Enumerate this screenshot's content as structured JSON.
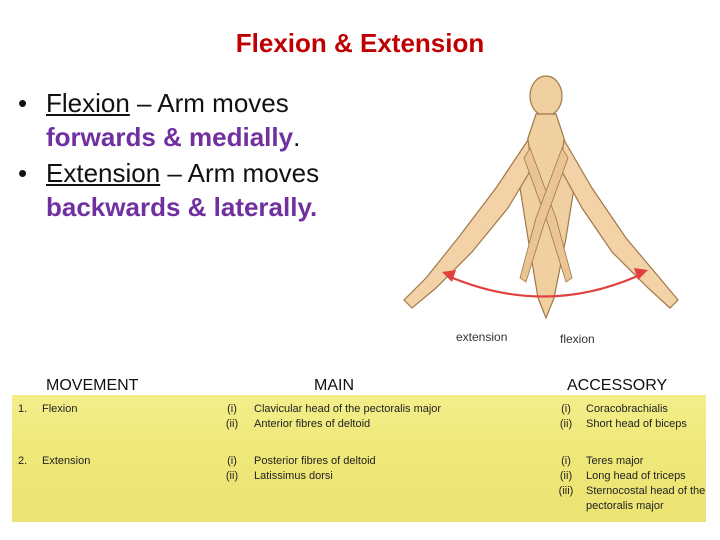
{
  "title": "Flexion & Extension",
  "bullets": [
    {
      "term": "Flexion",
      "rest": " – Arm moves ",
      "emph": "forwards & medially",
      "tail": "."
    },
    {
      "term": "Extension",
      "rest": " – Arm moves ",
      "emph": "backwards & laterally.",
      "tail": ""
    }
  ],
  "figure": {
    "extension_label": "extension",
    "flexion_label": "flexion",
    "arrow_color": "#e04040"
  },
  "table": {
    "headers": {
      "movement": "MOVEMENT",
      "main": "MAIN",
      "accessory": "ACCESSORY"
    },
    "rows": [
      {
        "num": "1.",
        "movement": "Flexion",
        "main": [
          {
            "idx": "(i)",
            "text": "Clavicular head of the pectoralis major"
          },
          {
            "idx": "(ii)",
            "text": "Anterior fibres of deltoid"
          }
        ],
        "accessory": [
          {
            "idx": "(i)",
            "text": "Coracobrachialis"
          },
          {
            "idx": "(ii)",
            "text": "Short head of biceps"
          }
        ]
      },
      {
        "num": "2.",
        "movement": "Extension",
        "main": [
          {
            "idx": "(i)",
            "text": "Posterior fibres of deltoid"
          },
          {
            "idx": "(ii)",
            "text": "Latissimus dorsi"
          }
        ],
        "accessory": [
          {
            "idx": "(i)",
            "text": "Teres major"
          },
          {
            "idx": "(ii)",
            "text": "Long head of triceps"
          },
          {
            "idx": "(iii)",
            "text": "Sternocostal head of the"
          },
          {
            "idx": "",
            "text": "pectoralis major"
          }
        ]
      }
    ]
  }
}
